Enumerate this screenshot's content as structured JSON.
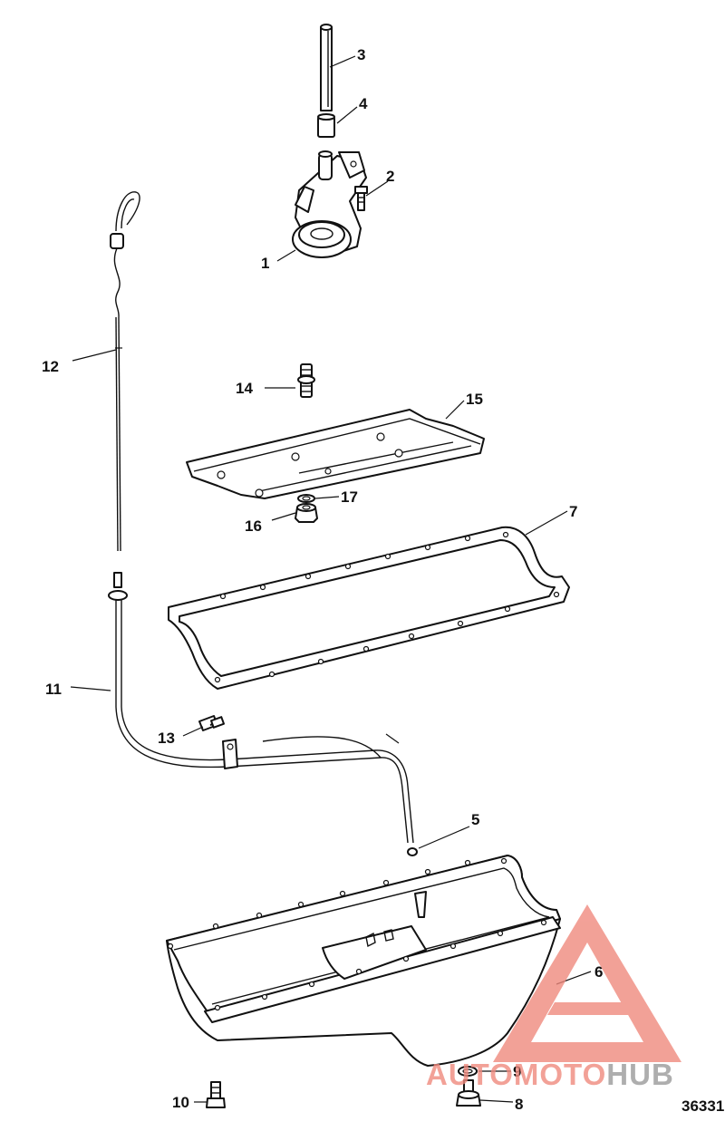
{
  "callouts": {
    "c1": "1",
    "c2": "2",
    "c3": "3",
    "c4": "4",
    "c5": "5",
    "c6": "6",
    "c7": "7",
    "c8": "8",
    "c9": "9",
    "c10": "10",
    "c11": "11",
    "c12": "12",
    "c13": "13",
    "c14": "14",
    "c15": "15",
    "c16": "16",
    "c17": "17"
  },
  "figure_number": "36331",
  "watermark": {
    "part1": "AUTOMOTO",
    "part2": "HUB",
    "color_primary": "#f08a7e",
    "color_secondary": "#9a9a9a"
  }
}
